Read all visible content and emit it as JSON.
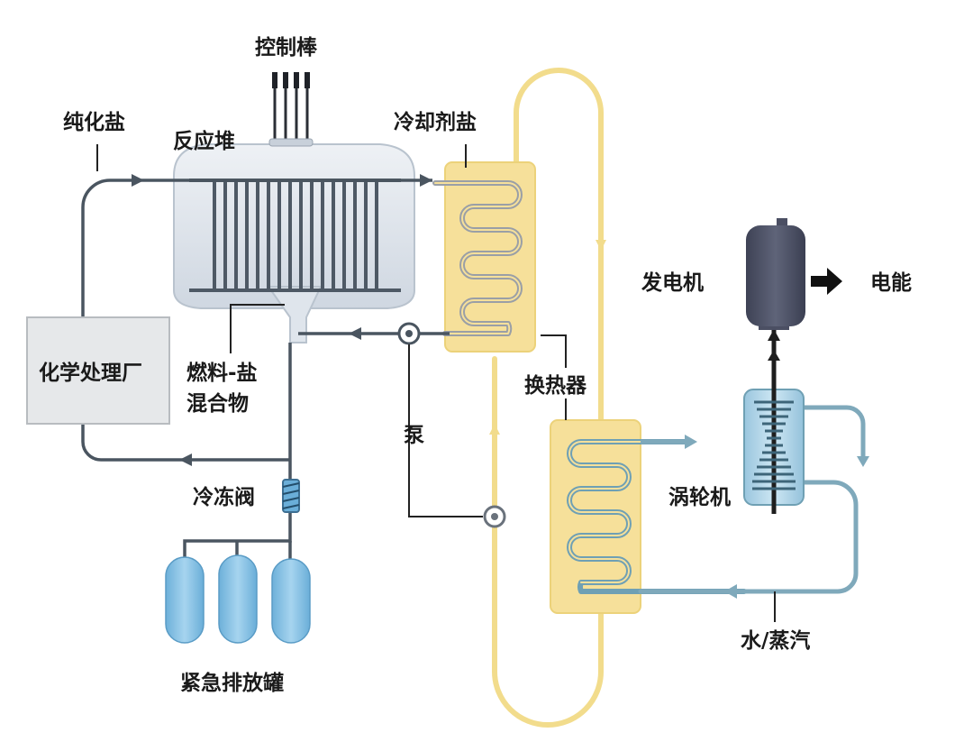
{
  "labels": {
    "control_rods": "控制棒",
    "purified_salt": "纯化盐",
    "reactor": "反应堆",
    "coolant_salt": "冷却剂盐",
    "chemical_plant": "化学处理厂",
    "fuel_salt_line1": "燃料-盐",
    "fuel_salt_line2": "混合物",
    "pump": "泵",
    "heat_exchanger": "换热器",
    "generator": "发电机",
    "electric_power": "电能",
    "turbine": "涡轮机",
    "freeze_valve": "冷冻阀",
    "emergency_tanks": "紧急排放罐",
    "water_steam": "水/蒸汽"
  },
  "colors": {
    "fuel_line": "#4a5560",
    "coolant_loop": "#f2dc8c",
    "heat_exchanger_fill": "#f6e09a",
    "water_line": "#6fa0b4",
    "tank_fill": "#86c2e6",
    "generator_fill": "#4b4f63",
    "reactor_vessel": "#dfe5ec"
  }
}
